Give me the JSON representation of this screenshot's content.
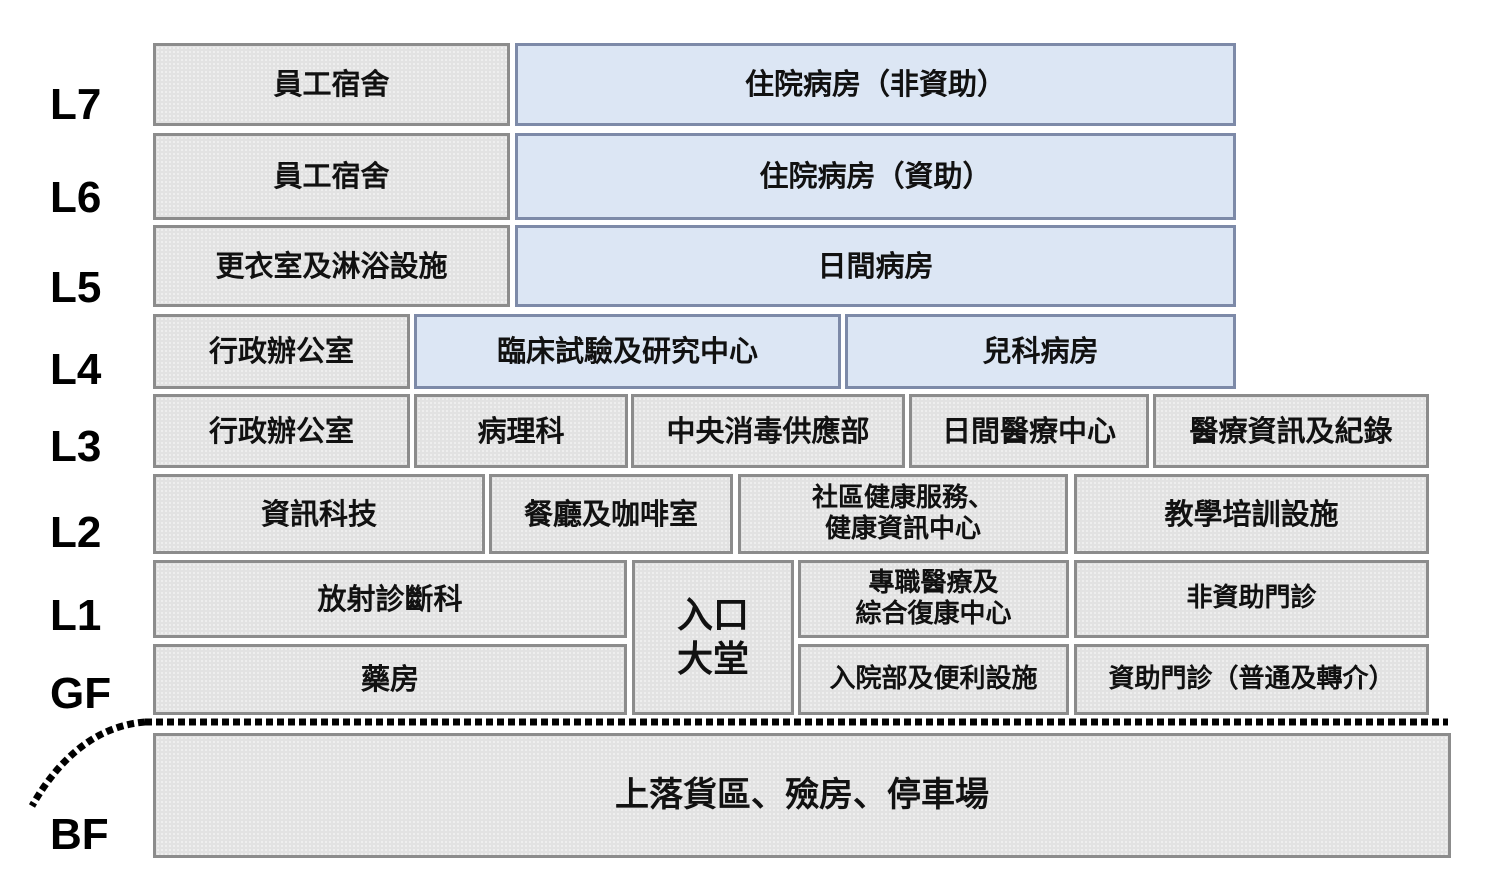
{
  "levels": {
    "L7": "L7",
    "L6": "L6",
    "L5": "L5",
    "L4": "L4",
    "L3": "L3",
    "L2": "L2",
    "L1": "L1",
    "GF": "GF",
    "BF": "BF"
  },
  "floors": {
    "L7": {
      "staff_dorm": "員工宿舍",
      "ward_private": "住院病房（非資助）"
    },
    "L6": {
      "staff_dorm": "員工宿舍",
      "ward_subsidised": "住院病房（資助）"
    },
    "L5": {
      "changing": "更衣室及淋浴設施",
      "day_ward": "日間病房"
    },
    "L4": {
      "admin": "行政辦公室",
      "clinical_research": "臨床試驗及研究中心",
      "paediatric": "兒科病房"
    },
    "L3": {
      "admin": "行政辦公室",
      "pathology": "病理科",
      "cssd": "中央消毒供應部",
      "day_centre": "日間醫療中心",
      "records": "醫療資訊及紀錄"
    },
    "L2": {
      "it": "資訊科技",
      "cafe": "餐廳及咖啡室",
      "community": "社區健康服務、\n健康資訊中心",
      "training": "教學培訓設施"
    },
    "L1": {
      "radiology": "放射診斷科",
      "lobby": "入口\n大堂",
      "allied_health": "專職醫療及\n綜合復康中心",
      "private_clinic": "非資助門診"
    },
    "GF": {
      "pharmacy": "藥房",
      "admission": "入院部及便利設施",
      "subsidised_clinic": "資助門診（普通及轉介）"
    },
    "BF": {
      "basement": "上落貨區、殮房、停車場"
    }
  },
  "colors": {
    "private_area": "#dce6f4",
    "other_area": "#e2e2e2"
  }
}
